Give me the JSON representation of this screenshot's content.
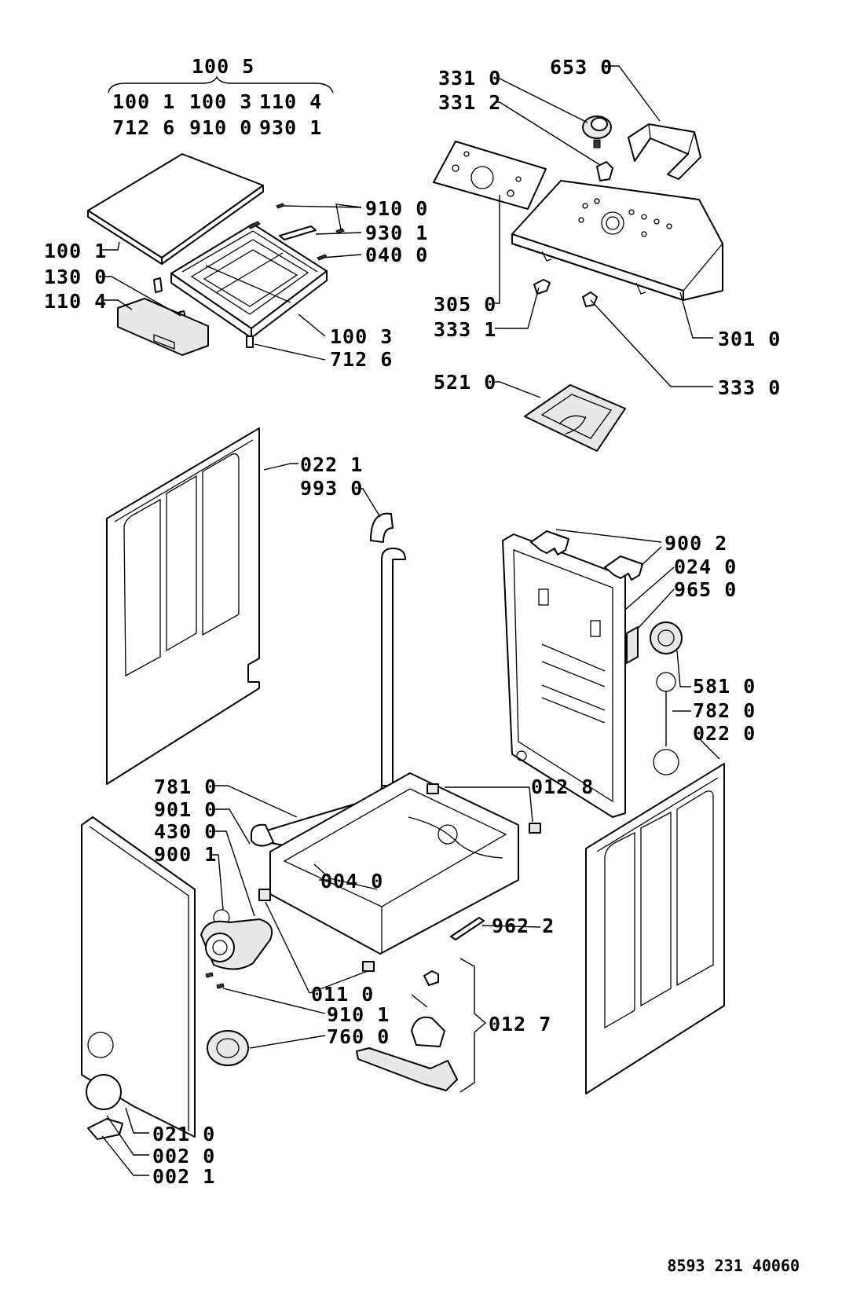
{
  "header_group": {
    "top": "100 5",
    "row1": [
      "100 1",
      "100 3",
      "110 4"
    ],
    "row2": [
      "712 6",
      "910 0",
      "930 1"
    ]
  },
  "labels": {
    "l_653_0": "653 0",
    "l_331_0": "331 0",
    "l_331_2": "331 2",
    "l_910_0": "910 0",
    "l_930_1": "930 1",
    "l_040_0": "040 0",
    "l_100_1": "100 1",
    "l_130_0": "130 0",
    "l_110_4": "110 4",
    "l_100_3": "100 3",
    "l_712_6": "712 6",
    "l_305_0": "305 0",
    "l_333_1": "333 1",
    "l_301_0": "301 0",
    "l_333_0": "333 0",
    "l_521_0": "521 0",
    "l_022_1": "022 1",
    "l_993_0": "993 0",
    "l_900_2": "900 2",
    "l_024_0": "024 0",
    "l_965_0": "965 0",
    "l_581_0": "581 0",
    "l_782_0": "782 0",
    "l_022_0": "022 0",
    "l_781_0": "781 0",
    "l_901_0": "901 0",
    "l_430_0": "430 0",
    "l_900_1": "900 1",
    "l_012_8": "012 8",
    "l_004_0": "004 0",
    "l_962_2": "962 2",
    "l_011_0": "011 0",
    "l_910_1": "910 1",
    "l_760_0": "760 0",
    "l_012_7": "012 7",
    "l_021_0": "021 0",
    "l_002_0": "002 0",
    "l_002_1": "002 1"
  },
  "document_number": "8593 231 40060"
}
